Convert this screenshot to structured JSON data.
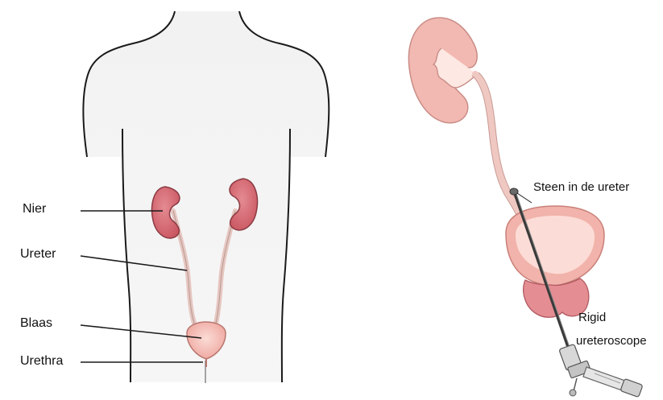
{
  "left_figure": {
    "labels": {
      "kidney": "Nier",
      "ureter": "Ureter",
      "bladder": "Blaas",
      "urethra": "Urethra"
    }
  },
  "right_figure": {
    "labels": {
      "stone": "Steen in de ureter",
      "scope_line1": "Rigid",
      "scope_line2": "ureteroscope"
    }
  },
  "colors": {
    "organ_fill": "#f4b8b2",
    "kidney_fill": "#d9717a",
    "outline": "#2a2a2a",
    "body_fill": "#f1f1f1"
  }
}
